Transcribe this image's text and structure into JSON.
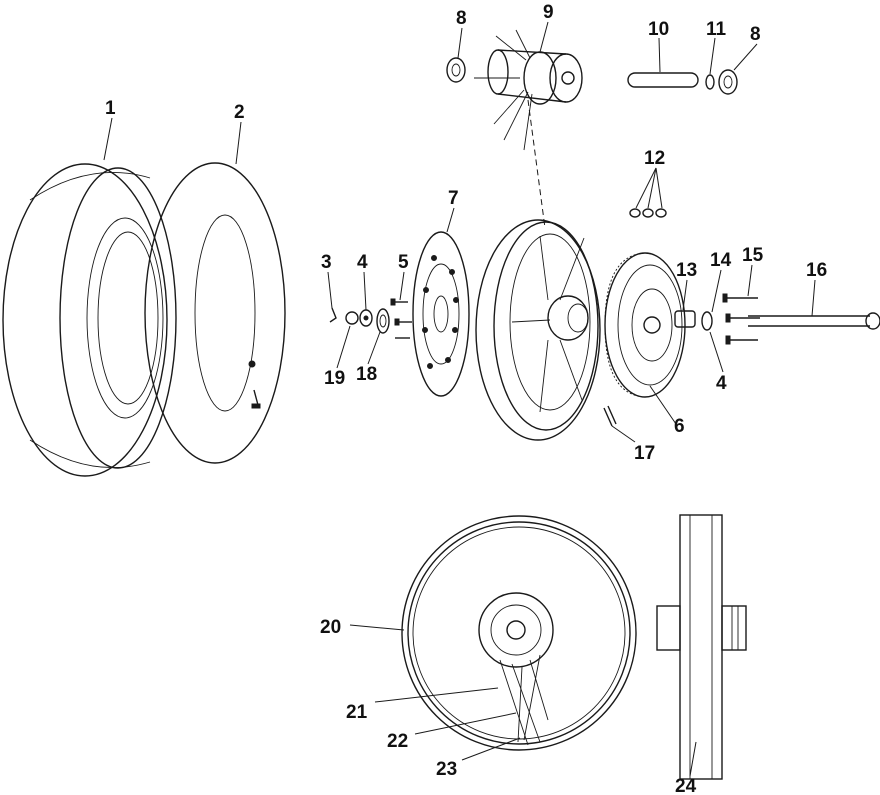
{
  "diagram": {
    "callouts": {
      "c1": "1",
      "c2": "2",
      "c3": "3",
      "c4a": "4",
      "c4b": "4",
      "c5": "5",
      "c6": "6",
      "c7": "7",
      "c8a": "8",
      "c8b": "8",
      "c9": "9",
      "c10": "10",
      "c11": "11",
      "c12": "12",
      "c13": "13",
      "c14": "14",
      "c15": "15",
      "c16": "16",
      "c17": "17",
      "c18": "18",
      "c19": "19",
      "c20": "20",
      "c21": "21",
      "c22": "22",
      "c23": "23",
      "c24": "24"
    },
    "colors": {
      "line": "#1a1a1a",
      "text": "#111111",
      "background": "#ffffff"
    }
  }
}
